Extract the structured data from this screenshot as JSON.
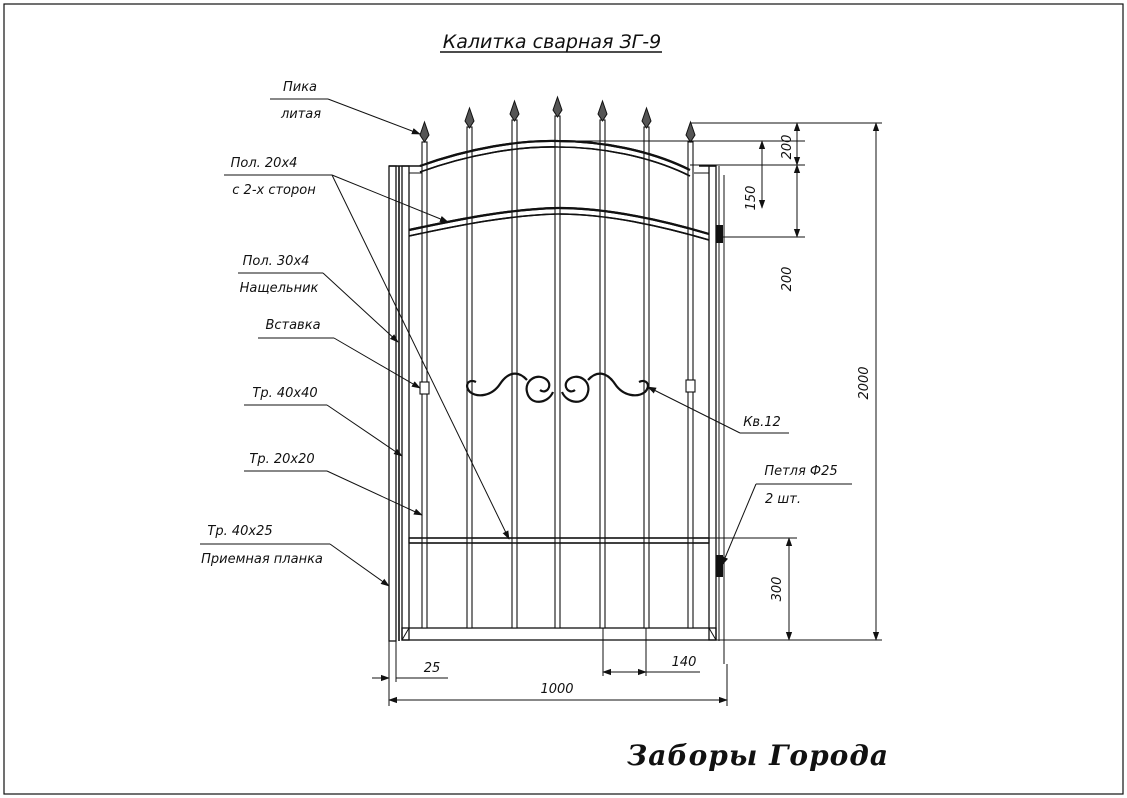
{
  "title": "Калитка сварная ЗГ-9",
  "brand": "Заборы Города",
  "callouts": {
    "pika_1": "Пика",
    "pika_2": "литая",
    "pol20_1": "Пол. 20х4",
    "pol20_2": "с 2-х сторон",
    "pol30_1": "Пол. 30х4",
    "pol30_2": "Нащельник",
    "vstavka": "Вставка",
    "tr40x40": "Тр. 40х40",
    "tr20x20": "Тр. 20х20",
    "tr40x25": "Тр. 40х25",
    "planka": "Приемная планка",
    "kv12": "Кв.12",
    "petlya_1": "Петля Ф25",
    "petlya_2": "2 шт."
  },
  "dimensions": {
    "d200_top": "200",
    "d150": "150",
    "d200": "200",
    "d2000": "2000",
    "d300": "300",
    "d25": "25",
    "d140": "140",
    "d1000": "1000"
  },
  "colors": {
    "line": "#111111",
    "background": "#ffffff"
  }
}
